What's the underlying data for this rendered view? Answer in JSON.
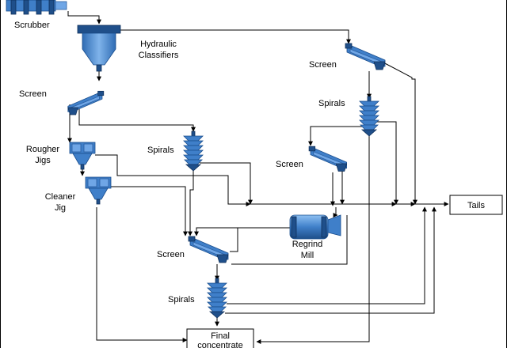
{
  "labels": {
    "scrubber": "Scrubber",
    "hydraulic": "Hydraulic",
    "classifiers": "Classifiers",
    "screen_top_right": "Screen",
    "screen_left": "Screen",
    "spirals_right_upper": "Spirals",
    "rougher": "Rougher",
    "jigs": "Jigs",
    "spirals_center": "Spirals",
    "screen_right_mid": "Screen",
    "cleaner": "Cleaner",
    "jig": "Jig",
    "regrind": "Regrind",
    "mill": "Mill",
    "screen_bottom": "Screen",
    "spirals_bottom": "Spirals",
    "tails": "Tails",
    "final_line1": "Final",
    "final_line2": "concentrate"
  },
  "colors": {
    "equipment_dark": "#1f4f8a",
    "equipment_mid": "#3f7fc9",
    "equipment_light": "#6fa6e6",
    "line": "#000000"
  }
}
